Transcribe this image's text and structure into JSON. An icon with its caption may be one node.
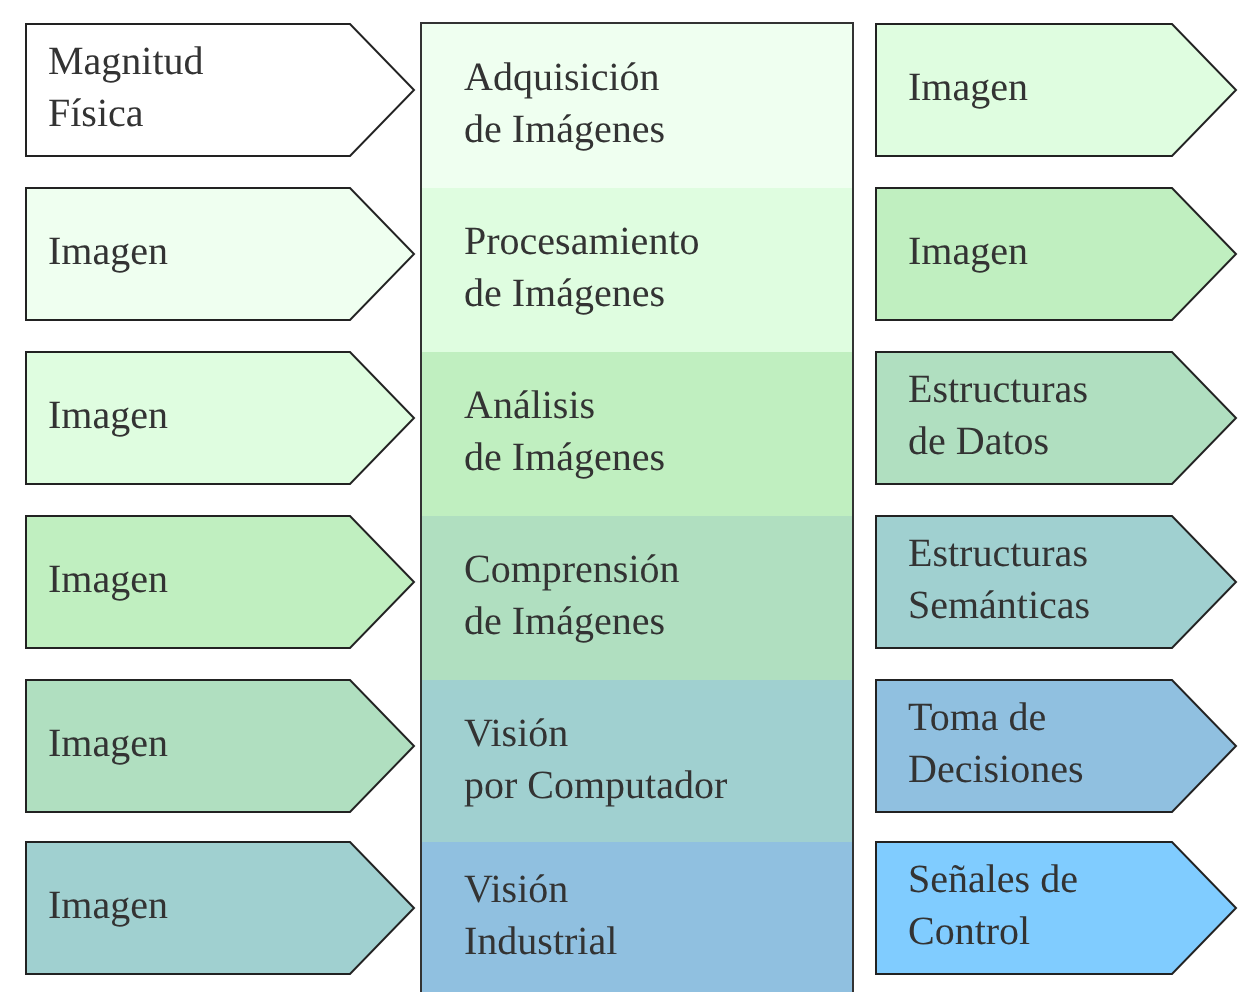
{
  "diagram": {
    "nodes": [
      {
        "text": [],
        "shape": "box"
      },
      {
        "text": [
          "Magnitud Física"
        ]
      },
      {
        "text": [
          "Adquisición de Imágenes"
        ],
        "in": 0
      },
      {
        "text": [
          "Imagen"
        ]
      },
      {
        "text": [
          "Imagen"
        ]
      },
      {
        "text": [
          "Procesamiento de Imágenes"
        ],
        "in": 0
      },
      {
        "text": [
          "Imagen"
        ]
      },
      {
        "text": [
          "Imagen"
        ]
      },
      {
        "text": [
          "Análisis de Imágenes"
        ],
        "in": 0
      },
      {
        "text": [
          "Estructuras de Datos"
        ]
      },
      {
        "text": [
          "Imagen"
        ]
      },
      {
        "text": [
          "Comprensión de Imágenes"
        ],
        "in": 0
      },
      {
        "text": [
          "Estructuras Semánticas"
        ]
      },
      {
        "text": [
          "Imagen"
        ]
      },
      {
        "text": [
          "Visión por Computador"
        ],
        "in": 0
      },
      {
        "text": [
          "Toma de Decisiones"
        ]
      },
      {
        "text": [
          "Imagen"
        ]
      },
      {
        "text": [
          "Visión Industrial"
        ],
        "in": 0
      },
      {
        "text": [
          "Señales de Control"
        ]
      }
    ]
  }
}
